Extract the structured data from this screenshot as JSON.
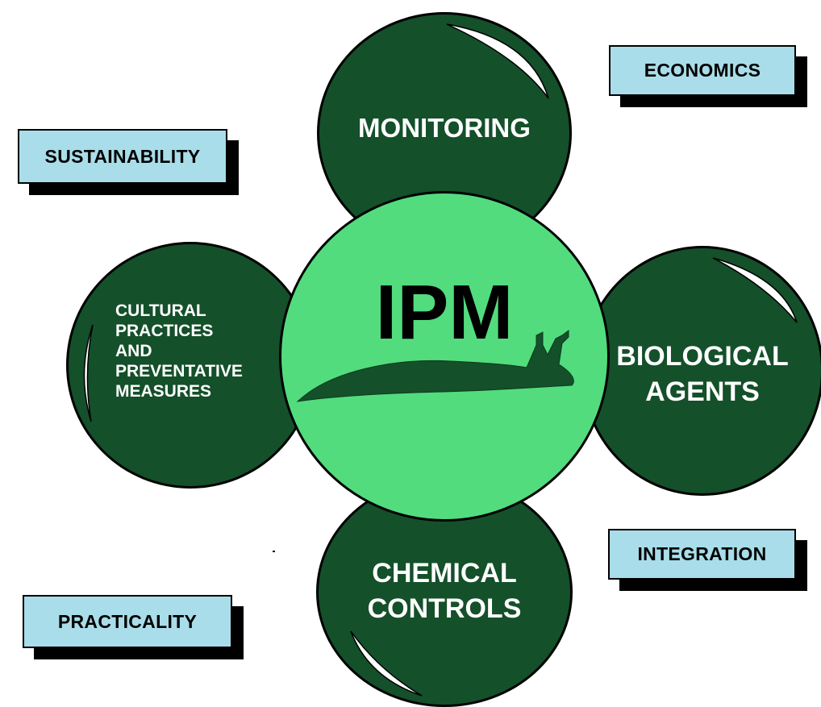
{
  "diagram": {
    "center": {
      "title": "IPM",
      "icon": "slug-icon"
    },
    "components": [
      {
        "id": "monitoring",
        "label": "MONITORING"
      },
      {
        "id": "cultural",
        "label": "CULTURAL\nPRACTICES\nAND\nPREVENTATIVE\nMEASURES"
      },
      {
        "id": "biological",
        "label": "BIOLOGICAL\nAGENTS"
      },
      {
        "id": "chemical",
        "label": "CHEMICAL\nCONTROLS"
      }
    ],
    "principles": [
      {
        "id": "economics",
        "label": "ECONOMICS"
      },
      {
        "id": "sustainability",
        "label": "SUSTAINABILITY"
      },
      {
        "id": "integration",
        "label": "INTEGRATION"
      },
      {
        "id": "practicality",
        "label": "PRACTICALITY"
      }
    ]
  },
  "colors": {
    "outer_circle": "#14502a",
    "center_circle": "#52dc7e",
    "slug": "#14502a",
    "tag_fill": "#a8dde9",
    "tag_shadow": "#000000"
  }
}
